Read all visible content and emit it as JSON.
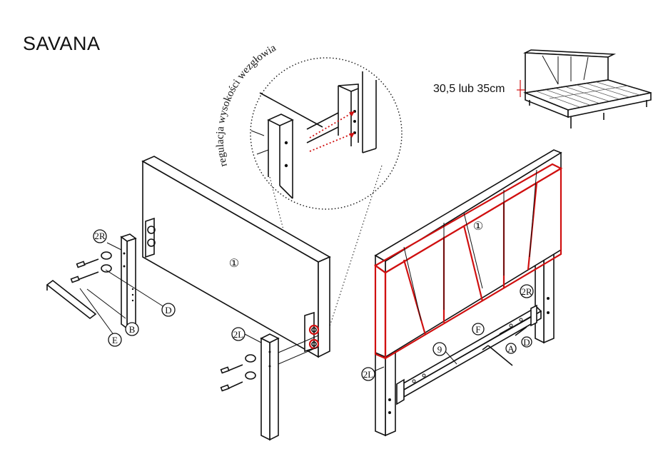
{
  "title": "SAVANA",
  "height_adjust_label": "regulacja wysokości wezgłowia",
  "height_option_label": "30,5 lub 35cm",
  "part_labels": {
    "headboard": "①",
    "right_leg": "2R",
    "left_leg": "2L",
    "bolt": "A",
    "allen_key": "E",
    "washer": "D",
    "long_bolt": "B",
    "bracket": "F",
    "rail": "9",
    "small_bolt": "D"
  },
  "colors": {
    "highlight": "#d01010",
    "line": "#111111"
  }
}
